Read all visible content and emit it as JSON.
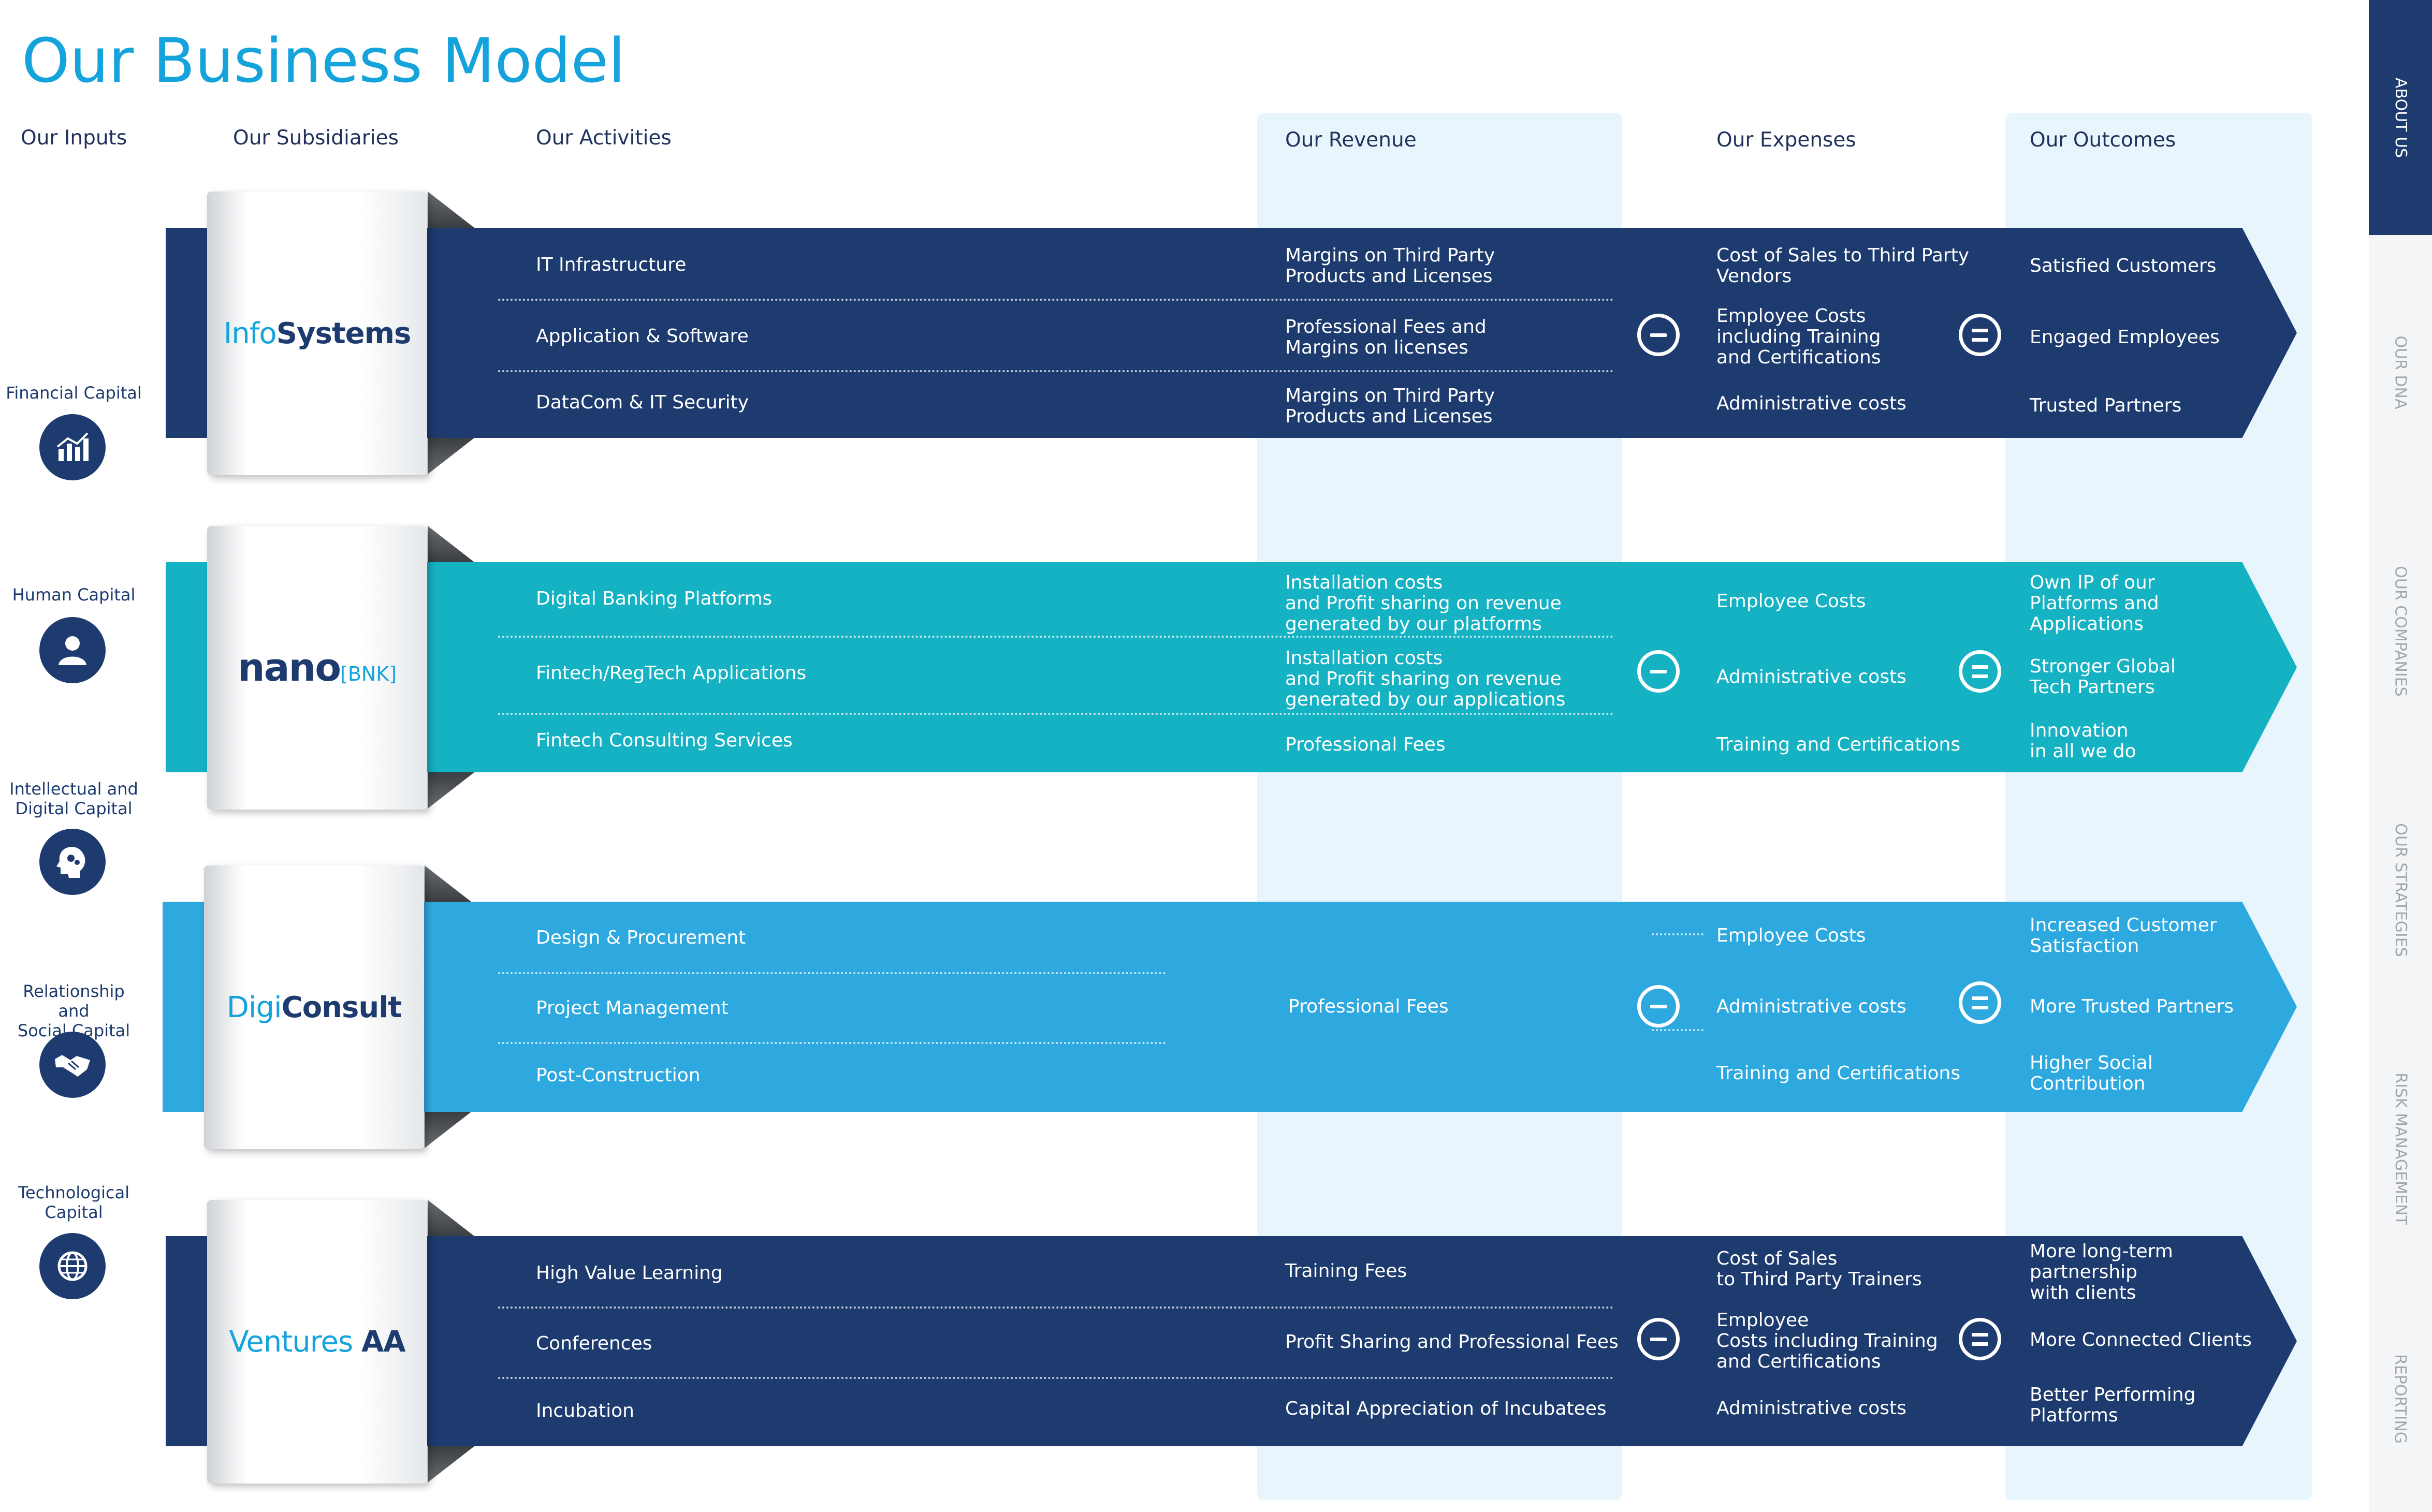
{
  "title": "Our Business Model",
  "columns": {
    "inputs": "Our Inputs",
    "subsidiaries": "Our Subsidiaries",
    "activities": "Our Activities",
    "revenue": "Our Revenue",
    "expenses": "Our Expenses",
    "outcomes": "Our Outcomes"
  },
  "inputs": [
    {
      "label": "Financial Capital",
      "icon": "chart-icon"
    },
    {
      "label": "Human Capital",
      "icon": "person-icon"
    },
    {
      "label": "Intellectual and\nDigital Capital",
      "icon": "head-gear-icon"
    },
    {
      "label": "Relationship and\nSocial Capital",
      "icon": "handshake-icon"
    },
    {
      "label": "Technological\nCapital",
      "icon": "globe-icon"
    }
  ],
  "subsidiaries": [
    {
      "logo": {
        "a": "Info",
        "b": "Systems"
      },
      "color": "#1d3b6e",
      "activities": [
        "IT Infrastructure",
        "Application & Software",
        "DataCom & IT Security"
      ],
      "revenue": [
        "Margins on Third Party\nProducts and Licenses",
        "Professional Fees and\nMargins on licenses",
        "Margins on Third Party\nProducts and Licenses"
      ],
      "expenses": [
        "Cost of Sales to Third Party\nVendors",
        "Employee Costs\nincluding Training\nand Certifications",
        "Administrative costs"
      ],
      "outcomes": [
        "Satisfied Customers",
        "Engaged Employees",
        "Trusted Partners"
      ]
    },
    {
      "logo": {
        "a": "nano",
        "b": "[BNK]"
      },
      "color": "#15b2c4",
      "activities": [
        "Digital Banking Platforms",
        "Fintech/RegTech Applications",
        "Fintech Consulting Services"
      ],
      "revenue": [
        "Installation costs\nand Profit sharing on revenue\ngenerated by our platforms",
        "Installation costs\nand Profit sharing on revenue\ngenerated by our applications",
        "Professional Fees"
      ],
      "expenses": [
        "Employee Costs",
        "Administrative costs",
        "Training and Certifications"
      ],
      "outcomes": [
        "Own IP of our\nPlatforms and\nApplications",
        "Stronger Global\nTech Partners",
        "Innovation\nin all we do"
      ]
    },
    {
      "logo": {
        "a": "Digi",
        "b": "Consult"
      },
      "color": "#2ea9df",
      "activities": [
        "Design & Procurement",
        "Project Management",
        "Post-Construction"
      ],
      "revenue": [
        "Professional Fees"
      ],
      "expenses": [
        "Employee Costs",
        "Administrative costs",
        "Training and Certifications"
      ],
      "outcomes": [
        "Increased Customer\nSatisfaction",
        "More Trusted Partners",
        "Higher Social\nContribution"
      ]
    },
    {
      "logo": {
        "a": "Ventures ",
        "b": "AA"
      },
      "color": "#1d3b6e",
      "activities": [
        "High Value Learning",
        "Conferences",
        "Incubation"
      ],
      "revenue": [
        "Training Fees",
        "Profit Sharing and Professional Fees",
        "Capital Appreciation of Incubatees"
      ],
      "expenses": [
        "Cost of Sales\nto Third Party Trainers",
        "Employee\nCosts including Training\nand Certifications",
        "Administrative costs"
      ],
      "outcomes": [
        "More long-term\npartnership\nwith clients",
        "More Connected Clients",
        "Better Performing\nPlatforms"
      ]
    }
  ],
  "nav": [
    {
      "label": "ABOUT US",
      "active": true
    },
    {
      "label": "OUR DNA",
      "active": false
    },
    {
      "label": "OUR COMPANIES",
      "active": false
    },
    {
      "label": "OUR STRATEGIES",
      "active": false
    },
    {
      "label": "RISK MANAGEMENT",
      "active": false
    },
    {
      "label": "REPORTING",
      "active": false
    }
  ]
}
